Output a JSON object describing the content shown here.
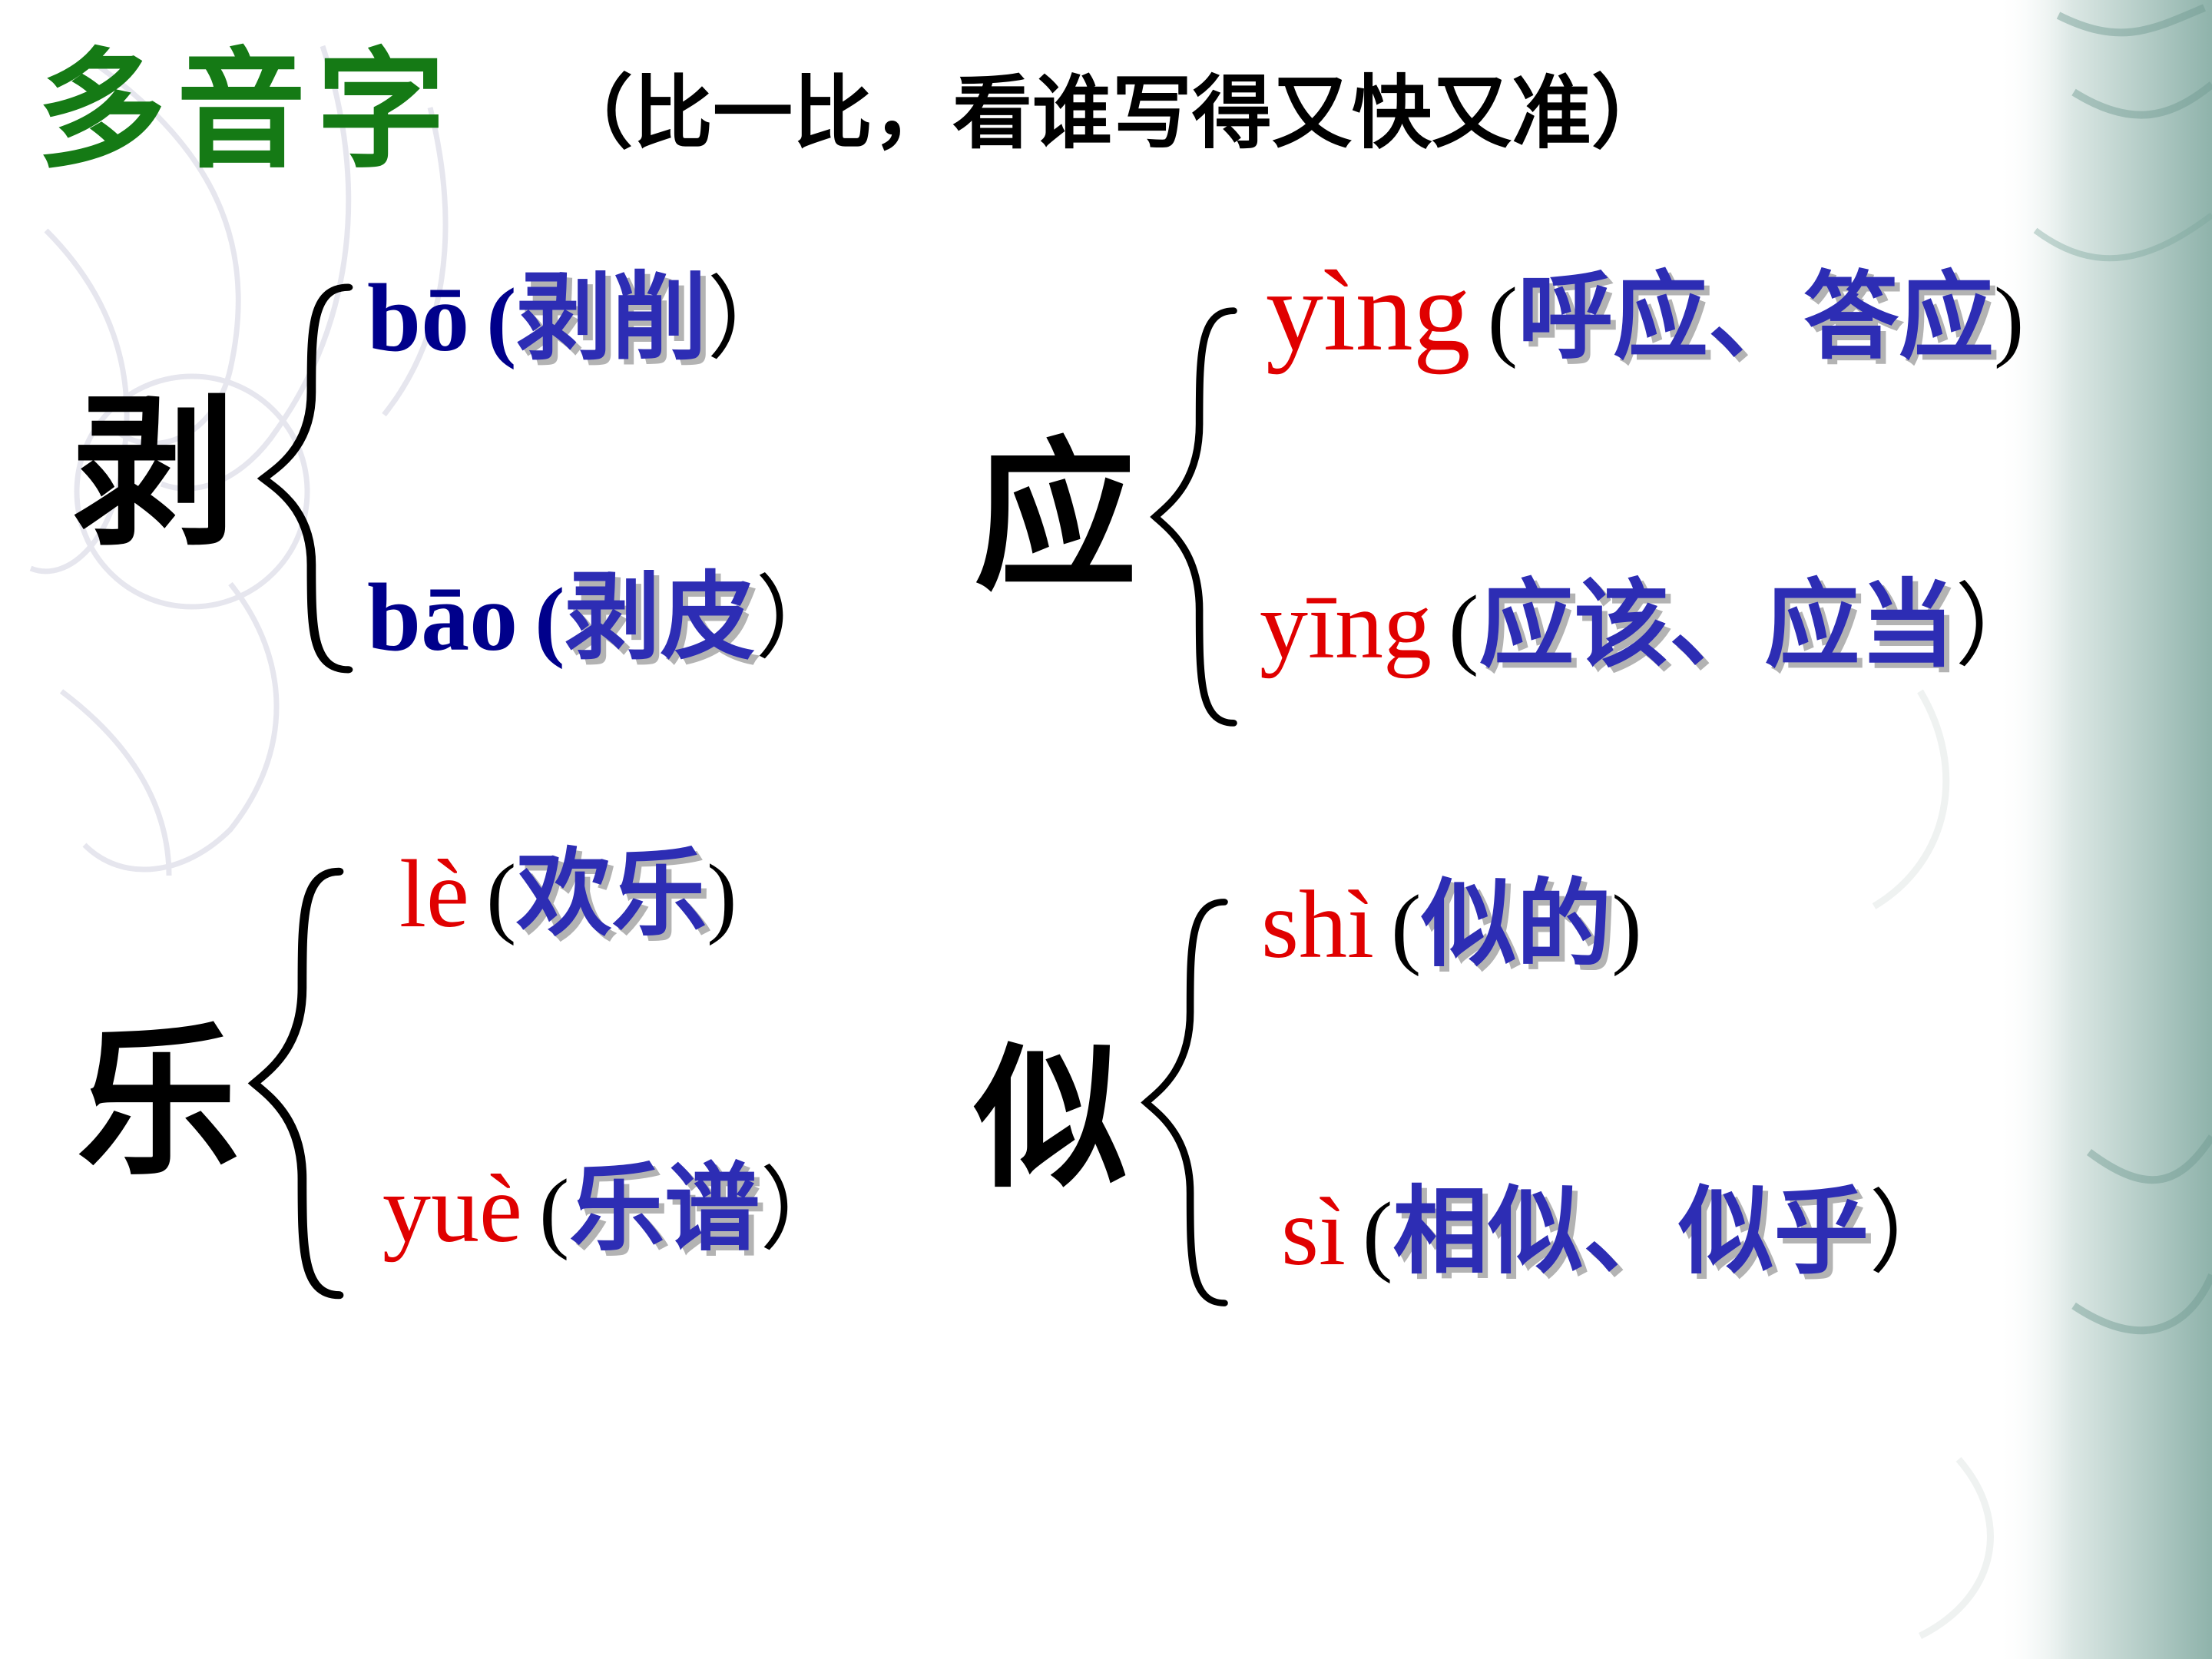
{
  "slide": {
    "title": "多音字",
    "subtitle": "（比一比，看谁写得又快又准）"
  },
  "colors": {
    "title_green": "#157a15",
    "pinyin_red": "#e00000",
    "pinyin_navy": "#00008b",
    "word_blue": "#2d2db4",
    "word_shadow_gray": "#b3b3b3",
    "text_black": "#000000",
    "side_band_teal": "#8fb3ab"
  },
  "groups": [
    {
      "character": "剥",
      "readings": [
        {
          "pinyin": "bō",
          "open": "(",
          "words": "剥削",
          "close": "）"
        },
        {
          "pinyin": "bāo",
          "open": "(",
          "words": "剥皮",
          "close": "）"
        }
      ]
    },
    {
      "character": "应",
      "readings": [
        {
          "pinyin": "yìng",
          "open": "(",
          "words": "呼应、答应",
          "close": ")"
        },
        {
          "pinyin": "yīng",
          "open": "(",
          "words": "应该、应当",
          "close": "）"
        }
      ]
    },
    {
      "character": "乐",
      "readings": [
        {
          "pinyin": "lè",
          "open": "(",
          "words": "欢乐",
          "close": ")"
        },
        {
          "pinyin": "yuè",
          "open": "(",
          "words": "乐谱",
          "close": "）"
        }
      ]
    },
    {
      "character": "似",
      "readings": [
        {
          "pinyin": "shì",
          "open": "(",
          "words": "似的",
          "close": ")"
        },
        {
          "pinyin": "sì",
          "open": "(",
          "words": "相似、似乎",
          "close": "）"
        }
      ]
    }
  ]
}
